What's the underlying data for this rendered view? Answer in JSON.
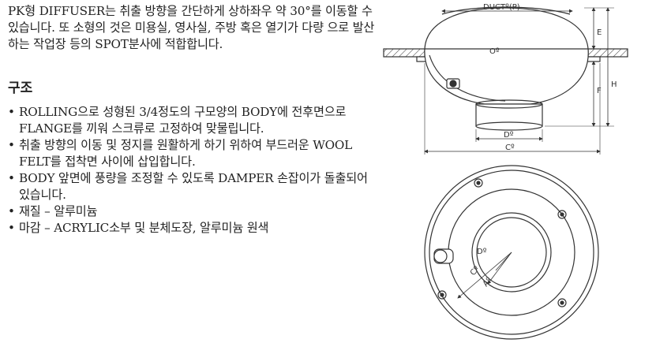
{
  "intro": "PK형 DIFFUSER는 취출 방향을 간단하게 상하좌우 약 30°를 이동할 수 있습니다. 또 소형의 것은 미용실, 영사실, 주방 혹은 열기가 다량 으로 발산하는 작업장 등의 SPOT분사에 적합합니다.",
  "heading": "구조",
  "items": [
    "ROLLING으로 성형된 3/4정도의 구모양의 BODY에 전후면으로 FLANGE를 끼워 스크류로 고정하여 맞물립니다.",
    "취출 방향의 이동 및 정지를 원활하게  하기 위하여 부드러운 WOOL FELT를 접착면 사이에 삽입합니다.",
    "BODY 앞면에 풍량을 조정할 수 있도록 DAMPER 손잡이가 돌출되어 있습니다.",
    "재질 – 알루미늄",
    "마감 – ACRYLIC소부 및 분체도장, 알루미늄 원색"
  ],
  "bullet": "•",
  "diagram": {
    "duct": "DUCTº(P)",
    "o": "Oº",
    "e": "E",
    "f": "F",
    "h": "H",
    "d": "Dº",
    "c": "Cº",
    "plan_d": "Dº",
    "plan_c": "Cº",
    "plan_a": "Aº"
  }
}
